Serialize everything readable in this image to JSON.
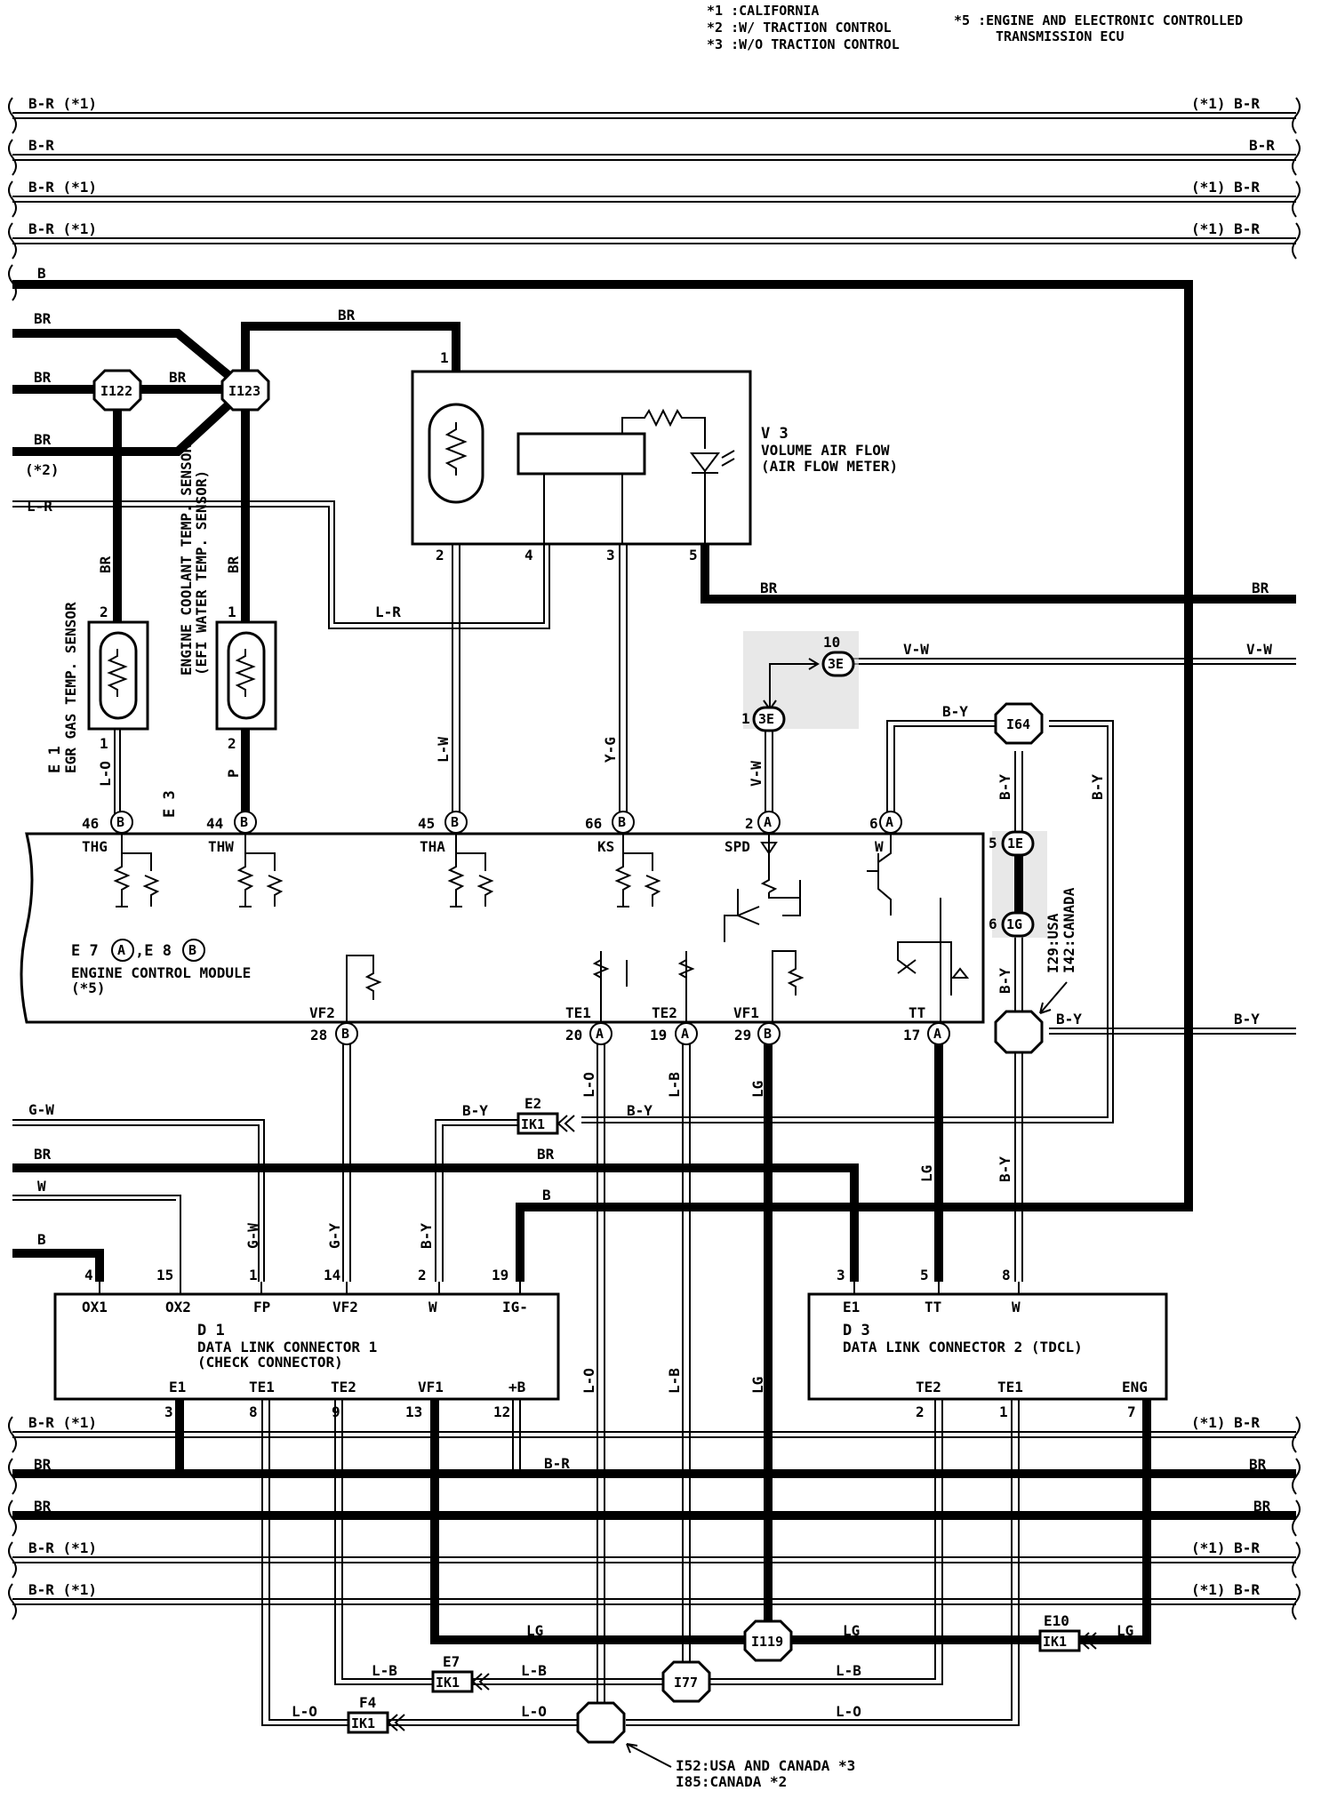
{
  "legend": {
    "n1": "*1 :CALIFORNIA",
    "n2": "*2 :W/ TRACTION CONTROL",
    "n3": "*3 :W/O TRACTION CONTROL",
    "n5a": "*5 :ENGINE AND ELECTRONIC CONTROLLED",
    "n5b": "TRANSMISSION ECU"
  },
  "top_bus": [
    {
      "left": "B-R  (*1)",
      "right": "(*1)  B-R"
    },
    {
      "left": "B-R",
      "right": "B-R"
    },
    {
      "left": "B-R  (*1)",
      "right": "(*1)  B-R"
    },
    {
      "left": "B-R  (*1)",
      "right": "(*1)  B-R"
    }
  ],
  "wire_labels": {
    "b_top": "B",
    "br1": "BR",
    "br2": "BR",
    "br3": "BR",
    "br4": "BR",
    "br5": "BR",
    "star2": "(*2)",
    "lr_left": "L-R",
    "lr_mid": "L-R",
    "br_egr": "BR",
    "br_ect": "BR",
    "lo_egr": "L-O",
    "p_ect": "P",
    "lw": "L-W",
    "yg": "Y-G",
    "br_v3": "BR",
    "br_right": "BR",
    "vw_h": "V-W",
    "vw_right": "V-W",
    "vw_v": "V-W",
    "by_top": "B-Y",
    "by_v1": "B-Y",
    "by_v2": "B-Y",
    "by_v3": "B-Y",
    "by_v4": "B-Y",
    "by_right": "B-Y",
    "by_junc": "B-Y",
    "gw_left": "G-W",
    "br_low": "BR",
    "br_mid": "BR",
    "w_left": "W",
    "b_left": "B",
    "b_mid": "B",
    "gw_v": "G-W",
    "gy_v": "G-Y",
    "by_dl": "B-Y",
    "by_e2a": "B-Y",
    "by_e2b": "B-Y",
    "lo_v1": "L-O",
    "lb_v1": "L-B",
    "lg_v1": "LG",
    "lg_v2": "LG",
    "by_v5": "B-Y",
    "lo_v2": "L-O",
    "lb_v2": "L-B",
    "lg_v3": "LG",
    "br_r": "B-R",
    "lg_h1": "LG",
    "lg_h2": "LG",
    "lg_e10": "LG",
    "lb_h1": "L-B",
    "lb_h2": "L-B",
    "lb_h3": "L-B",
    "lo_h1": "L-O",
    "lo_h2": "L-O",
    "lo_h3": "L-O"
  },
  "bottom_bus": [
    {
      "left": "B-R  (*1)",
      "right": "(*1)  B-R"
    },
    {
      "left": "BR",
      "right": "BR"
    },
    {
      "left": "BR",
      "right": "BR"
    },
    {
      "left": "B-R  (*1)",
      "right": "(*1)  B-R"
    },
    {
      "left": "B-R  (*1)",
      "right": "(*1)  B-R"
    }
  ],
  "junctions": {
    "i122": "I122",
    "i123": "I123",
    "i64": "I64",
    "i119": "I119",
    "i77": "I77"
  },
  "connectors": {
    "c3e_a": "3E",
    "c3e_b": "3E",
    "c1e": "1E",
    "c1g": "1G",
    "e2": "E2",
    "e7": "E7",
    "e10": "E10",
    "f4": "F4",
    "ik1": "IK1"
  },
  "v3": {
    "code": "V 3",
    "name1": "VOLUME AIR FLOW",
    "name2": "(AIR FLOW METER)",
    "p1": "1",
    "p2": "2",
    "p3": "3",
    "p4": "4",
    "p5": "5"
  },
  "e1": {
    "code": "E 1",
    "name": "EGR GAS TEMP. SENSOR",
    "p1": "1",
    "p2": "2"
  },
  "e3": {
    "code": "E 3",
    "name1": "ENGINE COOLANT TEMP. SENSOR",
    "name2": "(EFI WATER TEMP. SENSOR)",
    "p1": "1",
    "p2": "2"
  },
  "ecm": {
    "code": "E 7",
    "code_a": "A",
    "code_sep": ",E 8",
    "code_b": "B",
    "name": "ENGINE CONTROL MODULE",
    "note": "(*5)",
    "top_pins": [
      {
        "num": "46",
        "con": "B",
        "sig": "THG"
      },
      {
        "num": "44",
        "con": "B",
        "sig": "THW"
      },
      {
        "num": "45",
        "con": "B",
        "sig": "THA"
      },
      {
        "num": "66",
        "con": "B",
        "sig": "KS"
      },
      {
        "num": "2",
        "con": "A",
        "sig": "SPD"
      },
      {
        "num": "6",
        "con": "A",
        "sig": "W"
      }
    ],
    "bottom_pins": [
      {
        "num": "28",
        "con": "B",
        "sig": "VF2"
      },
      {
        "num": "20",
        "con": "A",
        "sig": "TE1"
      },
      {
        "num": "19",
        "con": "A",
        "sig": "TE2"
      },
      {
        "num": "29",
        "con": "B",
        "sig": "VF1"
      },
      {
        "num": "17",
        "con": "A",
        "sig": "TT"
      }
    ]
  },
  "spd_pins": {
    "p10": "10",
    "p1": "1",
    "p5": "5",
    "p6": "6"
  },
  "i29_note1": "I29:USA",
  "i29_note2": "I42:CANADA",
  "d1": {
    "code": "D 1",
    "name1": "DATA LINK CONNECTOR 1",
    "name2": "(CHECK CONNECTOR)",
    "top": [
      {
        "num": "4",
        "sig": "OX1"
      },
      {
        "num": "15",
        "sig": "OX2"
      },
      {
        "num": "1",
        "sig": "FP"
      },
      {
        "num": "14",
        "sig": "VF2"
      },
      {
        "num": "2",
        "sig": "W"
      },
      {
        "num": "19",
        "sig": "IG-"
      }
    ],
    "bottom": [
      {
        "num": "3",
        "sig": "E1"
      },
      {
        "num": "8",
        "sig": "TE1"
      },
      {
        "num": "9",
        "sig": "TE2"
      },
      {
        "num": "13",
        "sig": "VF1"
      },
      {
        "num": "12",
        "sig": "+B"
      }
    ]
  },
  "d3": {
    "code": "D 3",
    "name": "DATA LINK CONNECTOR 2 (TDCL)",
    "top": [
      {
        "num": "3",
        "sig": "E1"
      },
      {
        "num": "5",
        "sig": "TT"
      },
      {
        "num": "8",
        "sig": "W"
      }
    ],
    "bottom": [
      {
        "num": "2",
        "sig": "TE2"
      },
      {
        "num": "1",
        "sig": "TE1"
      },
      {
        "num": "7",
        "sig": "ENG"
      }
    ]
  },
  "i52_note1": "I52:USA AND CANADA *3",
  "i52_note2": "I85:CANADA *2"
}
